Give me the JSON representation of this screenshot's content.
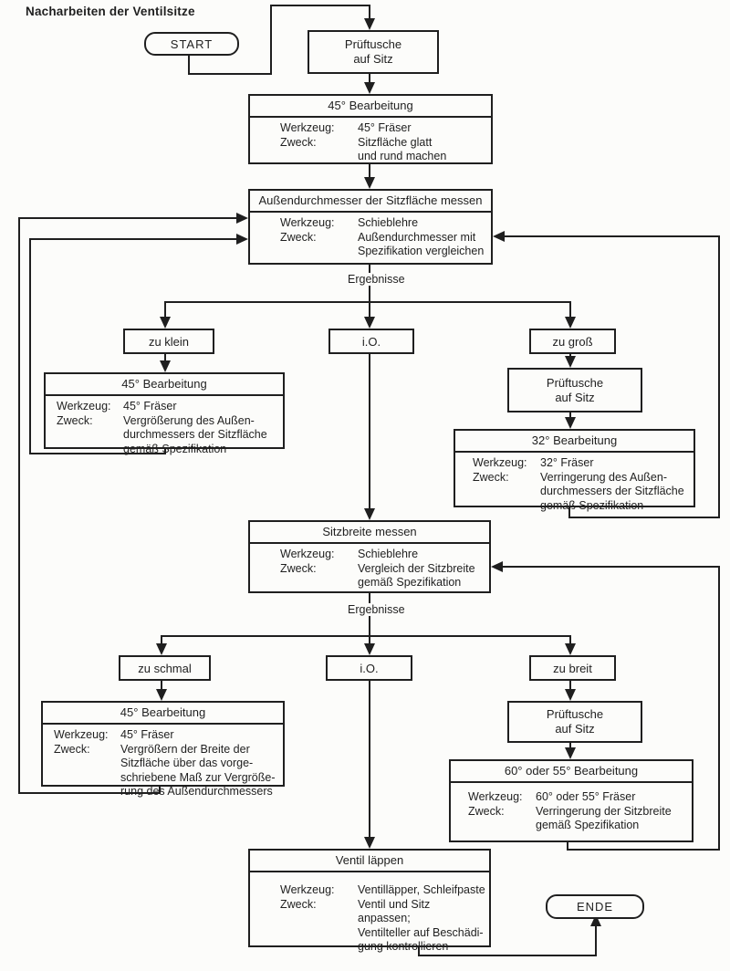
{
  "page": {
    "title": "Nacharbeiten der Ventilsitze"
  },
  "labels": {
    "werkzeug": "Werkzeug:",
    "zweck": "Zweck:",
    "ergebnisse": "Ergebnisse"
  },
  "terminals": {
    "start": "START",
    "ende": "ENDE"
  },
  "nodes": {
    "pruef1": {
      "text": "Prüftusche\nauf Sitz"
    },
    "step45a": {
      "title": "45° Bearbeitung",
      "werkzeug": "45° Fräser",
      "zweck": "Sitzfläche glatt\nund rund machen"
    },
    "messen1": {
      "title": "Außendurchmesser der Sitzfläche messen",
      "werkzeug": "Schieblehre",
      "zweck": "Außendurchmesser mit\nSpezifikation vergleichen"
    },
    "branch1": {
      "left": "zu klein",
      "mid": "i.O.",
      "right": "zu groß"
    },
    "step45b": {
      "title": "45° Bearbeitung",
      "werkzeug": "45° Fräser",
      "zweck": "Vergrößerung des Außen-\ndurchmessers der Sitzfläche\ngemäß Spezifikation"
    },
    "pruef2": {
      "text": "Prüftusche\nauf Sitz"
    },
    "step32": {
      "title": "32° Bearbeitung",
      "werkzeug": "32° Fräser",
      "zweck": "Verringerung des Außen-\ndurchmessers der Sitzfläche\ngemäß Spezifikation"
    },
    "messen2": {
      "title": "Sitzbreite messen",
      "werkzeug": "Schieblehre",
      "zweck": "Vergleich der Sitzbreite\ngemäß Spezifikation"
    },
    "branch2": {
      "left": "zu schmal",
      "mid": "i.O.",
      "right": "zu breit"
    },
    "step45c": {
      "title": "45° Bearbeitung",
      "werkzeug": "45° Fräser",
      "zweck": "Vergrößern der Breite der\nSitzfläche über das vorge-\nschriebene Maß zur Vergröße-\nrung des Außendurchmessers"
    },
    "pruef3": {
      "text": "Prüftusche\nauf Sitz"
    },
    "step6055": {
      "title": "60° oder 55° Bearbeitung",
      "werkzeug": "60° oder 55° Fräser",
      "zweck": "Verringerung der Sitzbreite\ngemäß Spezifikation"
    },
    "laeppen": {
      "title": "Ventil läppen",
      "werkzeug": "Ventilläpper, Schleifpaste",
      "zweck": "Ventil und Sitz anpassen;\nVentilteller auf Beschädi-\ngung kontrollieren"
    }
  },
  "colors": {
    "ink": "#1f1f1f",
    "paper": "#fcfcfa"
  }
}
